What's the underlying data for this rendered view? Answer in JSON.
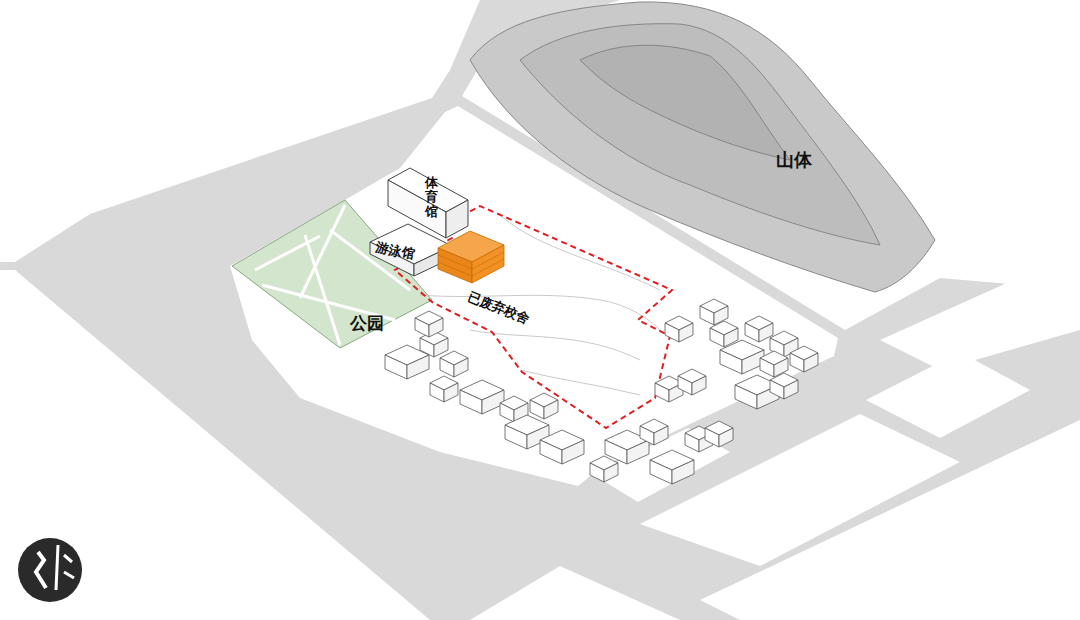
{
  "diagram": {
    "nodes": [
      {
        "text": [
          "体育馆"
        ]
      },
      {
        "text": [
          "游泳馆"
        ]
      },
      {
        "text": [
          "已废弃校舍"
        ]
      }
    ],
    "labels": [
      "山体",
      "公园"
    ]
  }
}
